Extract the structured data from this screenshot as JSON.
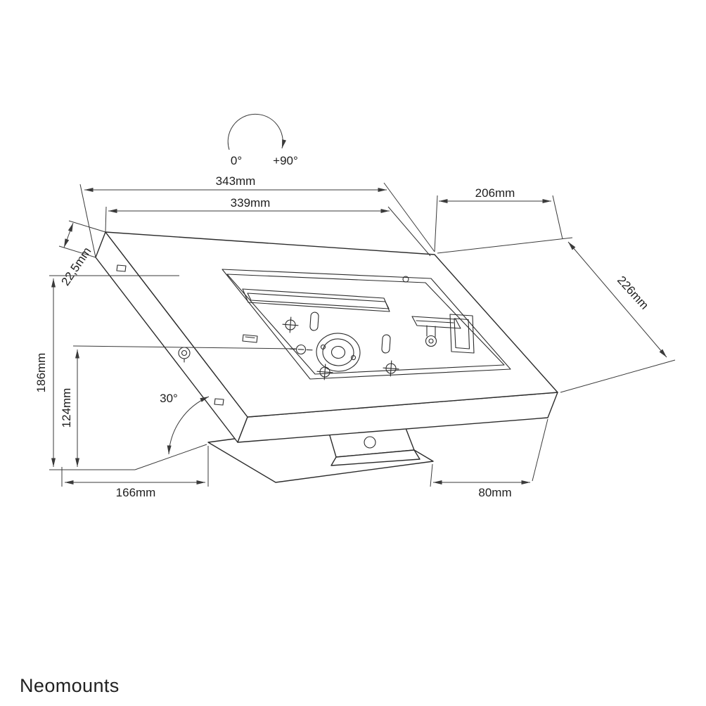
{
  "brand": {
    "logo_text": "Neomounts"
  },
  "colors": {
    "line": "#2c2c2c",
    "dimension_line": "#3a3a3a",
    "background": "#ffffff",
    "brand_gray": "#9aa0a5"
  },
  "rotation_indicator": {
    "min_label": "0°",
    "max_label": "+90°"
  },
  "dimensions": {
    "outer_width": "343mm",
    "inner_width": "339mm",
    "top_depth": "206mm",
    "side_depth": "226mm",
    "profile_thickness": "22,5mm",
    "overall_height": "186mm",
    "pivot_height": "124mm",
    "base_depth": "166mm",
    "base_offset": "80mm",
    "tilt_angle": "30°"
  }
}
